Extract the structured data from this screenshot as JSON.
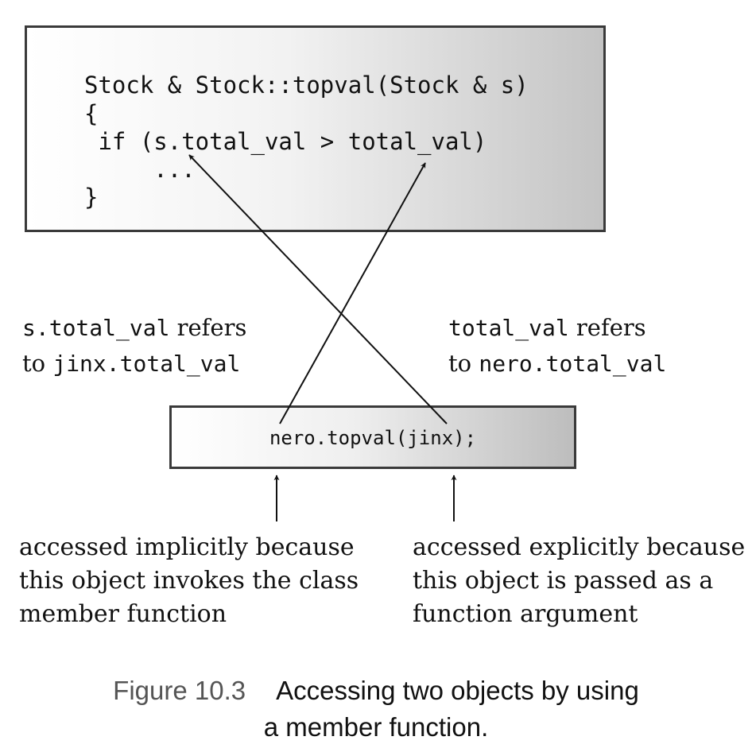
{
  "code_box": {
    "lines": [
      "Stock & Stock::topval(Stock & s)",
      "{",
      " if (s.total_val > total_val)",
      "     ...",
      "}"
    ]
  },
  "call_box": {
    "text": "nero.topval(jinx);"
  },
  "left_label": {
    "code1": "s.total_val",
    "text1": " refers",
    "text2": "to ",
    "code2": "jinx.total_val"
  },
  "right_label": {
    "code1": "total_val",
    "text1": " refers",
    "text2": "to ",
    "code2": "nero.total_val"
  },
  "left_note": {
    "lines": [
      "accessed implicitly because",
      "this object invokes the class",
      "member function"
    ]
  },
  "right_note": {
    "lines": [
      "accessed explicitly because",
      "this object is passed as a",
      "function argument"
    ]
  },
  "caption": {
    "figure": "Figure 10.3",
    "text_line1": "Accessing two objects by using",
    "text_line2": "a member function."
  }
}
